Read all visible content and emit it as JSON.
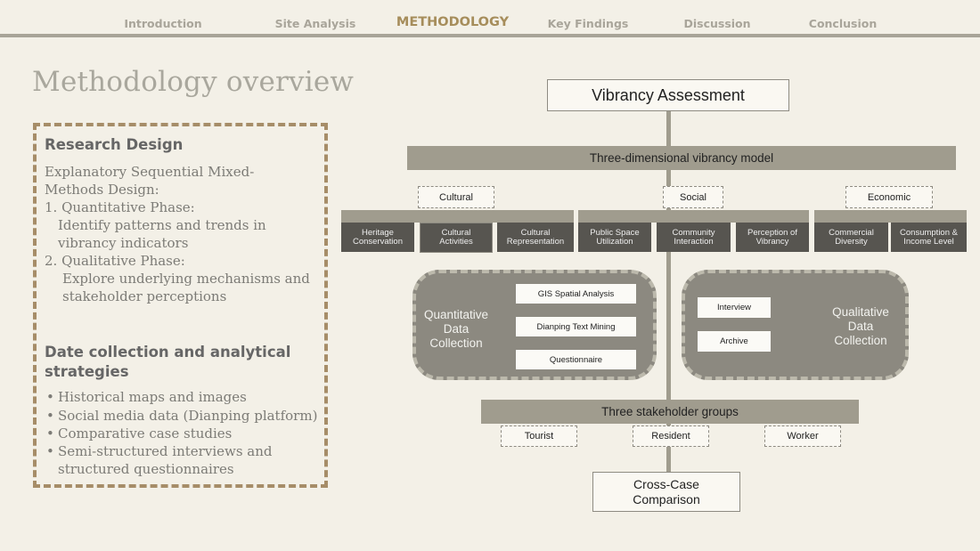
{
  "nav": {
    "items": [
      "Introduction",
      "Site Analysis",
      "METHODOLOGY",
      "Key Findings",
      "Discussion",
      "Conclusion"
    ],
    "active": "METHODOLOGY"
  },
  "page": {
    "title": "Methodology overview"
  },
  "panel": {
    "research_heading": "Research Design",
    "design_line1": "Explanatory Sequential Mixed-",
    "design_line2": "Methods Design:",
    "phase1_title": "1. Quantitative Phase:",
    "phase1_line1": "Identify patterns and trends in",
    "phase1_line2": "vibrancy indicators",
    "phase2_title": "2. Qualitative Phase:",
    "phase2_line1": "Explore underlying mechanisms and",
    "phase2_line2": "stakeholder perceptions",
    "data_heading_line1": "Date collection and analytical",
    "data_heading_line2": "strategies",
    "bullets": [
      "Historical maps and images",
      "Social media data (Dianping platform)",
      "Comparative case studies",
      "Semi-structured interviews and",
      "structured questionnaires"
    ]
  },
  "diagram": {
    "assessment": "Vibrancy Assessment",
    "model": "Three-dimensional vibrancy model",
    "dimensions": [
      "Cultural",
      "Social",
      "Economic"
    ],
    "sub": [
      [
        "Heritage",
        "Conservation"
      ],
      [
        "Cultural",
        "Activities"
      ],
      [
        "Cultural",
        "Representation"
      ],
      [
        "Public Space",
        "Utilization"
      ],
      [
        "Community",
        "Interaction"
      ],
      [
        "Perception of",
        "Vibrancy"
      ],
      [
        "Commercial",
        "Diversity"
      ],
      [
        "Consumption &",
        "Income Level"
      ]
    ],
    "quant_label": [
      "Quantitative",
      "Data",
      "Collection"
    ],
    "quant_items": [
      "GIS Spatial Analysis",
      "Dianping Text Mining",
      "Questionnaire"
    ],
    "qual_label": [
      "Qualitative",
      "Data",
      "Collection"
    ],
    "qual_items": [
      "Interview",
      "Archive"
    ],
    "stakeholders": "Three stakeholder groups",
    "groups": [
      "Tourist",
      "Resident",
      "Worker"
    ],
    "cross": [
      "Cross-Case",
      "Comparison"
    ]
  },
  "colors": {
    "background": "#f3f0e7",
    "accent": "#a68d5b",
    "panel_border": "#a68d68",
    "bar": "#a09c8e",
    "dark_box": "#575550",
    "cluster": "#8c8980"
  }
}
